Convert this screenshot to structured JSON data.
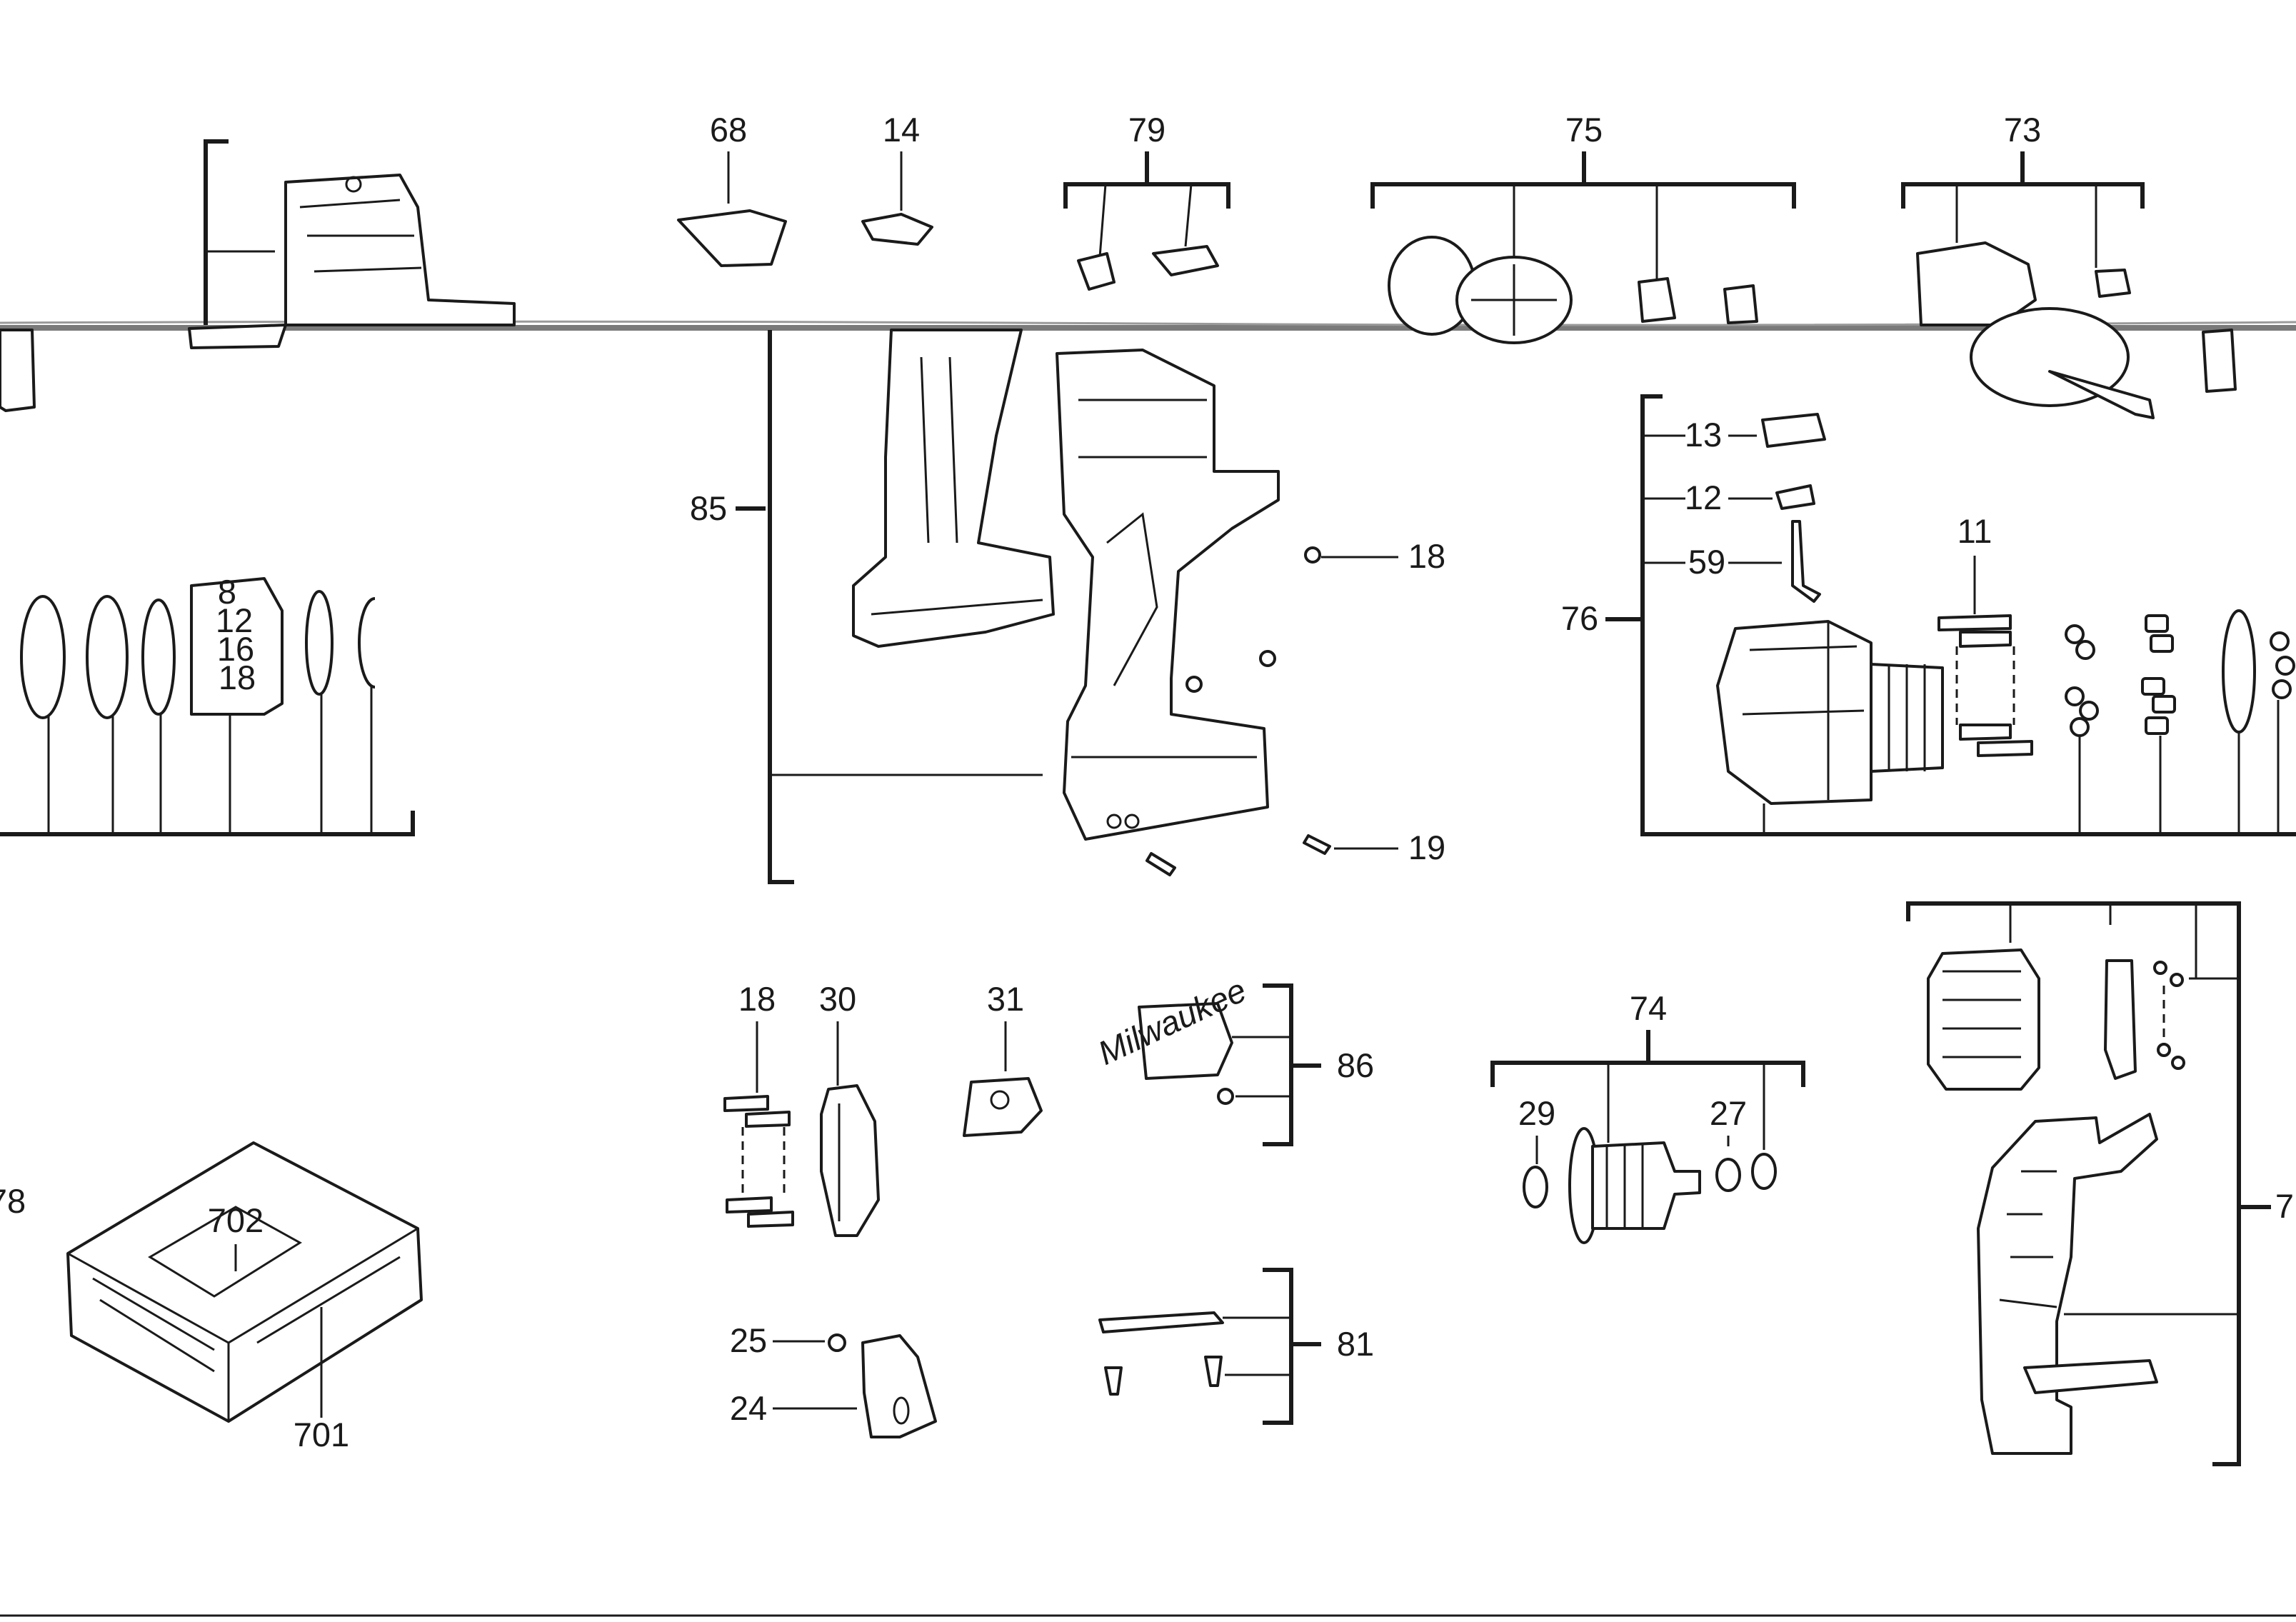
{
  "labels": {
    "l68": "68",
    "l14": "14",
    "l79": "79",
    "l75": "75",
    "l73": "73",
    "l85": "85",
    "l18a": "18",
    "l19": "19",
    "l76": "76",
    "l13": "13",
    "l12": "12",
    "l59": "59",
    "l11": "11",
    "l18b": "18",
    "l30": "30",
    "l31": "31",
    "l86": "86",
    "l74": "74",
    "l29": "29",
    "l27": "27",
    "l25": "25",
    "l24": "24",
    "l81": "81",
    "l78": "78",
    "l702": "702",
    "l701": "701",
    "l7": "7"
  },
  "brand_mark": "Milwaukee",
  "chuck_ring_markings": [
    "8",
    "12",
    "16",
    "18"
  ]
}
